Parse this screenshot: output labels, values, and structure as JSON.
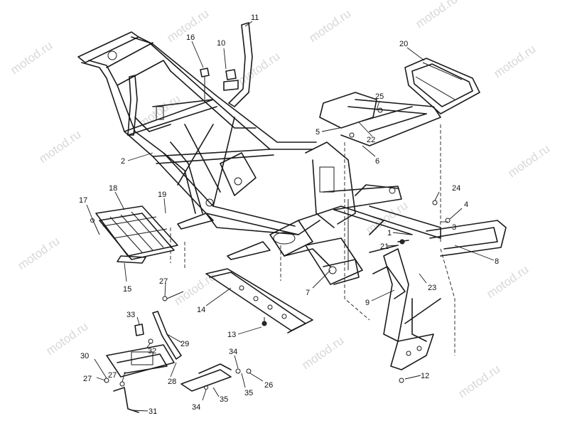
{
  "diagram": {
    "watermark": "motod.ru",
    "callouts": [
      {
        "id": "c1",
        "label": "1"
      },
      {
        "id": "c2",
        "label": "2"
      },
      {
        "id": "c3",
        "label": "3"
      },
      {
        "id": "c4",
        "label": "4"
      },
      {
        "id": "c5",
        "label": "5"
      },
      {
        "id": "c6",
        "label": "6"
      },
      {
        "id": "c7",
        "label": "7"
      },
      {
        "id": "c8",
        "label": "8"
      },
      {
        "id": "c9",
        "label": "9"
      },
      {
        "id": "c10",
        "label": "10"
      },
      {
        "id": "c11",
        "label": "11"
      },
      {
        "id": "c12",
        "label": "12"
      },
      {
        "id": "c13",
        "label": "13"
      },
      {
        "id": "c14",
        "label": "14"
      },
      {
        "id": "c15",
        "label": "15"
      },
      {
        "id": "c16",
        "label": "16"
      },
      {
        "id": "c17",
        "label": "17"
      },
      {
        "id": "c18",
        "label": "18"
      },
      {
        "id": "c19",
        "label": "19"
      },
      {
        "id": "c20",
        "label": "20"
      },
      {
        "id": "c21",
        "label": "21"
      },
      {
        "id": "c22",
        "label": "22"
      },
      {
        "id": "c23",
        "label": "23"
      },
      {
        "id": "c24",
        "label": "24"
      },
      {
        "id": "c25",
        "label": "25"
      },
      {
        "id": "c26",
        "label": "26"
      },
      {
        "id": "c27a",
        "label": "27"
      },
      {
        "id": "c27b",
        "label": "27"
      },
      {
        "id": "c27c",
        "label": "27"
      },
      {
        "id": "c28",
        "label": "28"
      },
      {
        "id": "c29",
        "label": "29"
      },
      {
        "id": "c30",
        "label": "30"
      },
      {
        "id": "c31",
        "label": "31"
      },
      {
        "id": "c32",
        "label": "32"
      },
      {
        "id": "c33",
        "label": "33"
      },
      {
        "id": "c34a",
        "label": "34"
      },
      {
        "id": "c34b",
        "label": "34"
      },
      {
        "id": "c35a",
        "label": "35"
      },
      {
        "id": "c35b",
        "label": "35"
      }
    ]
  }
}
